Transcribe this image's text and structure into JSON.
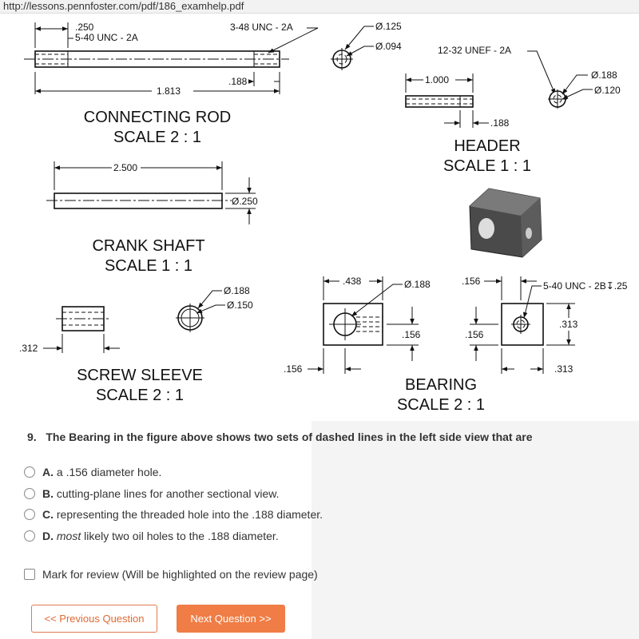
{
  "url": "http://lessons.pennfoster.com/pdf/186_examhelp.pdf",
  "drawing": {
    "connecting_rod": {
      "title1": "CONNECTING ROD",
      "title2": "SCALE 2 : 1",
      "dim_250": ".250",
      "thread": "5-40 UNC - 2A",
      "thread_right": "3-48 UNC - 2A",
      "dim_188": ".188",
      "dim_1813": "1.813",
      "dia_125": "Ø.125",
      "dia_094": "Ø.094"
    },
    "header": {
      "title1": "HEADER",
      "title2": "SCALE 1 : 1",
      "thread": "12-32 UNEF - 2A",
      "dim_1000": "1.000",
      "dim_188": ".188",
      "dia_188": "Ø.188",
      "dia_120": "Ø.120"
    },
    "crank_shaft": {
      "title1": "CRANK SHAFT",
      "title2": "SCALE 1 : 1",
      "dim_2500": "2.500",
      "dia_250": "Ø.250"
    },
    "screw_sleeve": {
      "title1": "SCREW SLEEVE",
      "title2": "SCALE 2 : 1",
      "dim_312": ".312",
      "dia_188": "Ø.188",
      "dia_150": "Ø.150"
    },
    "bearing": {
      "title1": "BEARING",
      "title2": "SCALE 2 : 1",
      "dim_438": ".438",
      "dia_188": "Ø.188",
      "dim_156_a": ".156",
      "dim_156_b": ".156",
      "dim_156_c": ".156",
      "dim_156_d": ".156",
      "thread": "5-40 UNC - 2B↧.25",
      "dim_313_a": ".313",
      "dim_313_b": ".313"
    }
  },
  "question": {
    "number": "9.",
    "text": "The Bearing in the figure above shows two sets of dashed lines in the left side view that are",
    "options": [
      {
        "letter": "A.",
        "text": " a .156 diameter hole."
      },
      {
        "letter": "B.",
        "text": " cutting-plane lines for another sectional view."
      },
      {
        "letter": "C.",
        "text": " representing the threaded hole into the .188 diameter."
      },
      {
        "letter": "D.",
        "em": "most",
        "text": " likely two oil holes to the .188 diameter."
      }
    ],
    "mark_review": "Mark for review (Will be highlighted on the review page)"
  },
  "buttons": {
    "prev": "<< Previous Question",
    "next": "Next Question >>"
  },
  "colors": {
    "accent": "#ef7d45",
    "prev_text": "#e06a35"
  }
}
